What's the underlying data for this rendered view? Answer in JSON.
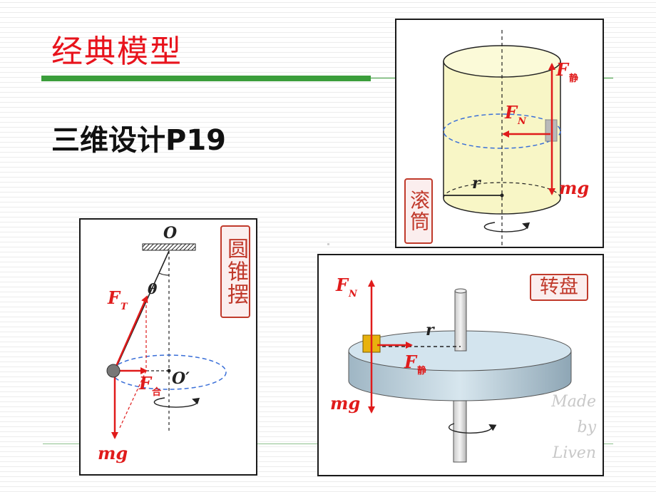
{
  "page": {
    "title": "经典模型",
    "subtitle": "三维设计P19"
  },
  "drum": {
    "stamp": "滚筒",
    "labels": {
      "friction_F": "F",
      "friction_sub": "静",
      "normal_F": "F",
      "normal_sub": "N",
      "gravity": "mg",
      "radius": "r"
    }
  },
  "pendulum": {
    "stamp": "圆锥摆",
    "labels": {
      "pivot": "O",
      "angle": "θ",
      "tension_F": "F",
      "tension_sub": "T",
      "net_F": "F",
      "net_sub": "合",
      "center": "O′",
      "gravity": "mg"
    }
  },
  "turntable": {
    "stamp": "转盘",
    "labels": {
      "normal_F": "F",
      "normal_sub": "N",
      "radius": "r",
      "friction_F": "F",
      "friction_sub": "静",
      "gravity": "mg"
    },
    "watermark": [
      "Made",
      "by",
      "Liven"
    ]
  },
  "colors": {
    "title": "#e8131c",
    "accent_green": "#3b9e3b",
    "force": "#e01b1b",
    "orbit": "#3a6fd8",
    "cylinder_fill": "#f8f6c6",
    "disk_fill": "#cfe0ea"
  }
}
